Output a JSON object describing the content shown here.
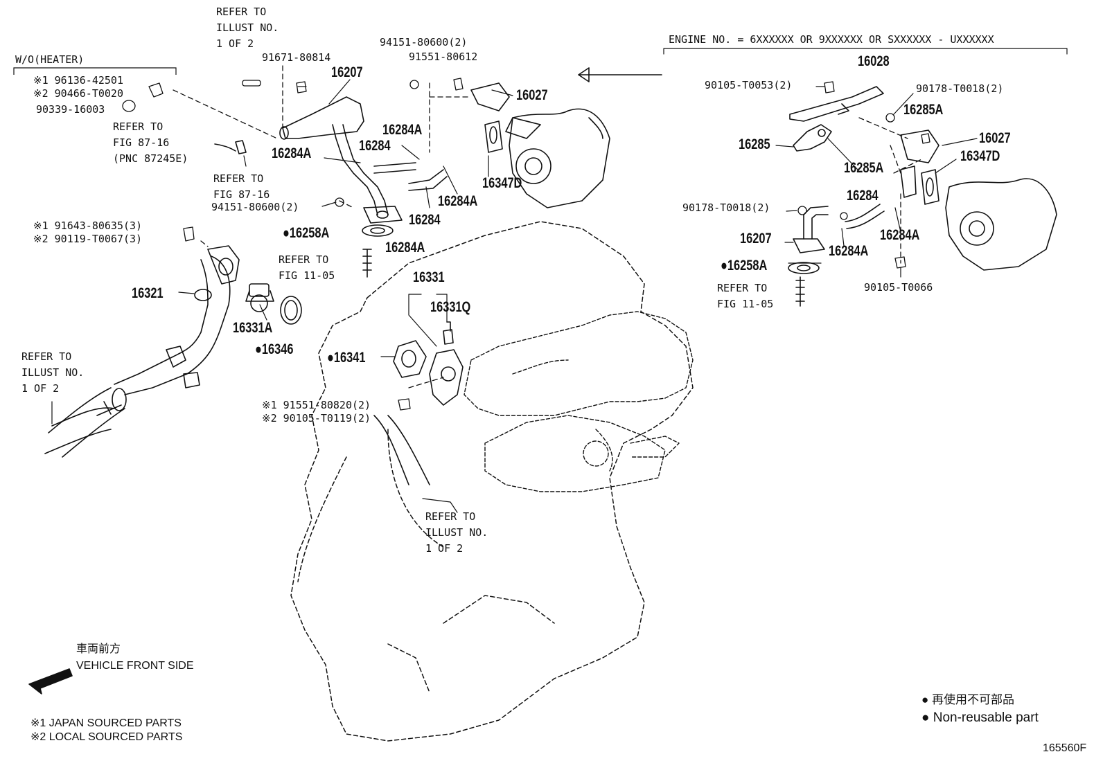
{
  "labels": {
    "refer_illust_top": "REFER TO\nILLUST NO.\n1 OF 2",
    "wo_heater": "W/O(HEATER)",
    "p96136": "※1 96136-42501",
    "p90466": "※2 90466-T0020",
    "p90339": "90339-16003",
    "p91671": "91671-80814",
    "p16207": "16207",
    "p94151_top": "94151-80600(2)",
    "p91551_612": "91551-80612",
    "p16027": "16027",
    "refer_fig8716_a": "REFER TO\nFIG 87-16\n(PNC 87245E)",
    "p16284A_1": "16284A",
    "p16284_1": "16284",
    "p16284A_2": "16284A",
    "p16347D": "16347D",
    "p16284A_3": "16284A",
    "refer_fig8716_b": "REFER TO\nFIG 87-16",
    "p94151_mid": "94151-80600(2)",
    "p16284_2": "16284",
    "p91643": "※1 91643-80635(3)",
    "p90119": "※2 90119-T0067(3)",
    "p16258A": "●16258A",
    "p16284A_4": "16284A",
    "refer_fig1105_a": "REFER TO\nFIG 11-05",
    "p16331": "16331",
    "p16331Q": "16331Q",
    "p16321": "16321",
    "p16331A": "16331A",
    "p16346": "●16346",
    "p16341": "●16341",
    "refer_illust_left": "REFER TO\nILLUST NO.\n1 OF 2",
    "p91551_820": "※1 91551-80820(2)",
    "p90105_119": "※2 90105-T0119(2)",
    "refer_illust_bottom": "REFER TO\nILLUST NO.\n1 OF 2",
    "engine_no": "ENGINE NO. = 6XXXXXX OR 9XXXXXX OR SXXXXXX - UXXXXXX",
    "r16028": "16028",
    "r90105_053": "90105-T0053(2)",
    "r90178_a": "90178-T0018(2)",
    "r16285A_1": "16285A",
    "r16027": "16027",
    "r16347D": "16347D",
    "r16285": "16285",
    "r16285A_2": "16285A",
    "r16284": "16284",
    "r90178_b": "90178-T0018(2)",
    "r16284A_1": "16284A",
    "r16207": "16207",
    "r16284A_2": "16284A",
    "r16258A": "●16258A",
    "r90105_066": "90105-T0066",
    "r_refer_fig1105": "REFER TO\nFIG 11-05",
    "front_jp": "車両前方",
    "front_en": "VEHICLE FRONT SIDE",
    "japan_parts": "※1 JAPAN SOURCED PARTS",
    "local_parts": "※2 LOCAL SOURCED PARTS",
    "legend_jp": "●  再使用不可部品",
    "legend_en": "●  Non-reusable part",
    "diagram_code": "165560F"
  }
}
